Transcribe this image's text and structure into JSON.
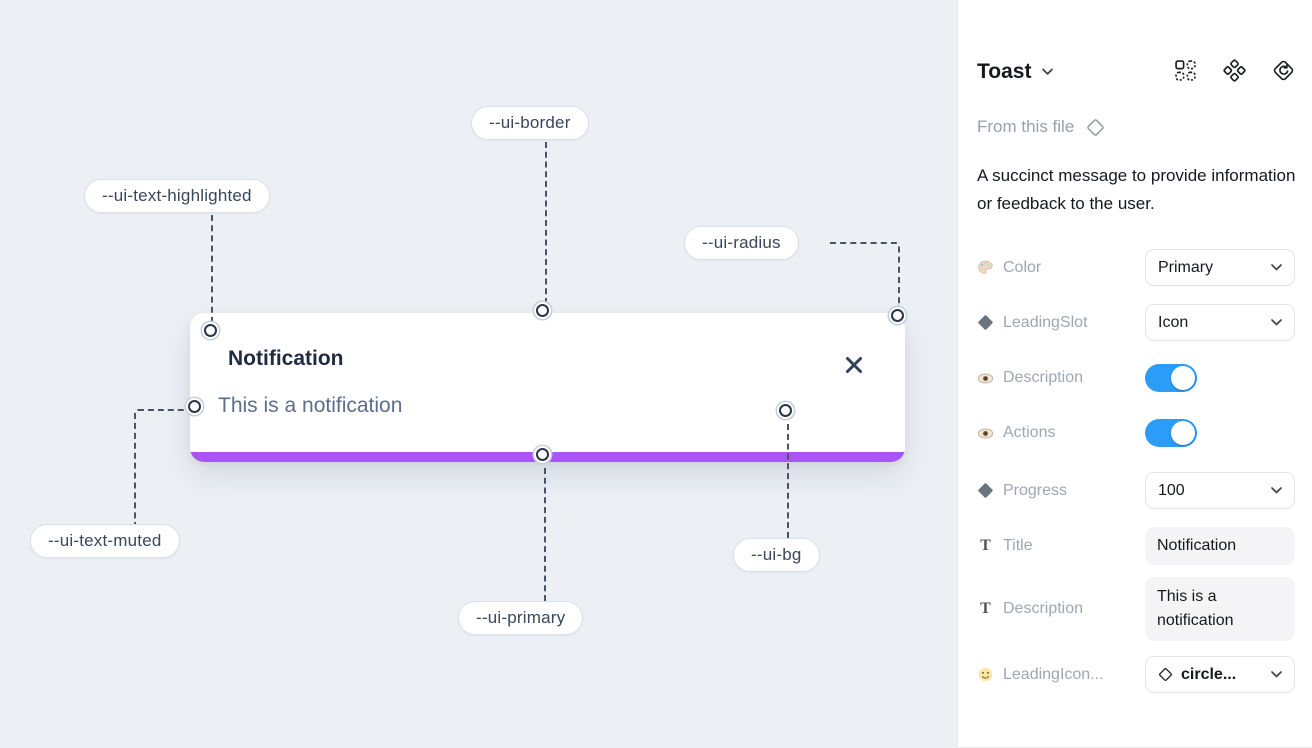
{
  "colors": {
    "canvas_bg": "#ecf0f5",
    "toast_primary": "#a855f7",
    "toggle_on": "#2b9df8",
    "toast_title_text": "#1f2b3e",
    "toast_muted_text": "#5d6e8b"
  },
  "canvas": {
    "toast": {
      "title": "Notification",
      "description": "This is a notification"
    },
    "annotations": {
      "border": "--ui-border",
      "text_highlighted": "--ui-text-highlighted",
      "radius": "--ui-radius",
      "text_muted": "--ui-text-muted",
      "primary": "--ui-primary",
      "bg": "--ui-bg"
    }
  },
  "panel": {
    "component_name": "Toast",
    "source_label": "From this file",
    "description": "A succinct message to provide information or feedback to the user.",
    "properties": [
      {
        "label": "Color",
        "control": "select",
        "value": "Primary"
      },
      {
        "label": "LeadingSlot",
        "control": "select",
        "value": "Icon"
      },
      {
        "label": "Description",
        "control": "toggle",
        "value": "on"
      },
      {
        "label": "Actions",
        "control": "toggle",
        "value": "on"
      },
      {
        "label": "Progress",
        "control": "select",
        "value": "100"
      },
      {
        "label": "Title",
        "control": "text",
        "value": "Notification"
      },
      {
        "label": "Description",
        "control": "text",
        "value": "This is a notification"
      },
      {
        "label": "LeadingIcon...",
        "control": "select",
        "value": "circle..."
      }
    ]
  }
}
